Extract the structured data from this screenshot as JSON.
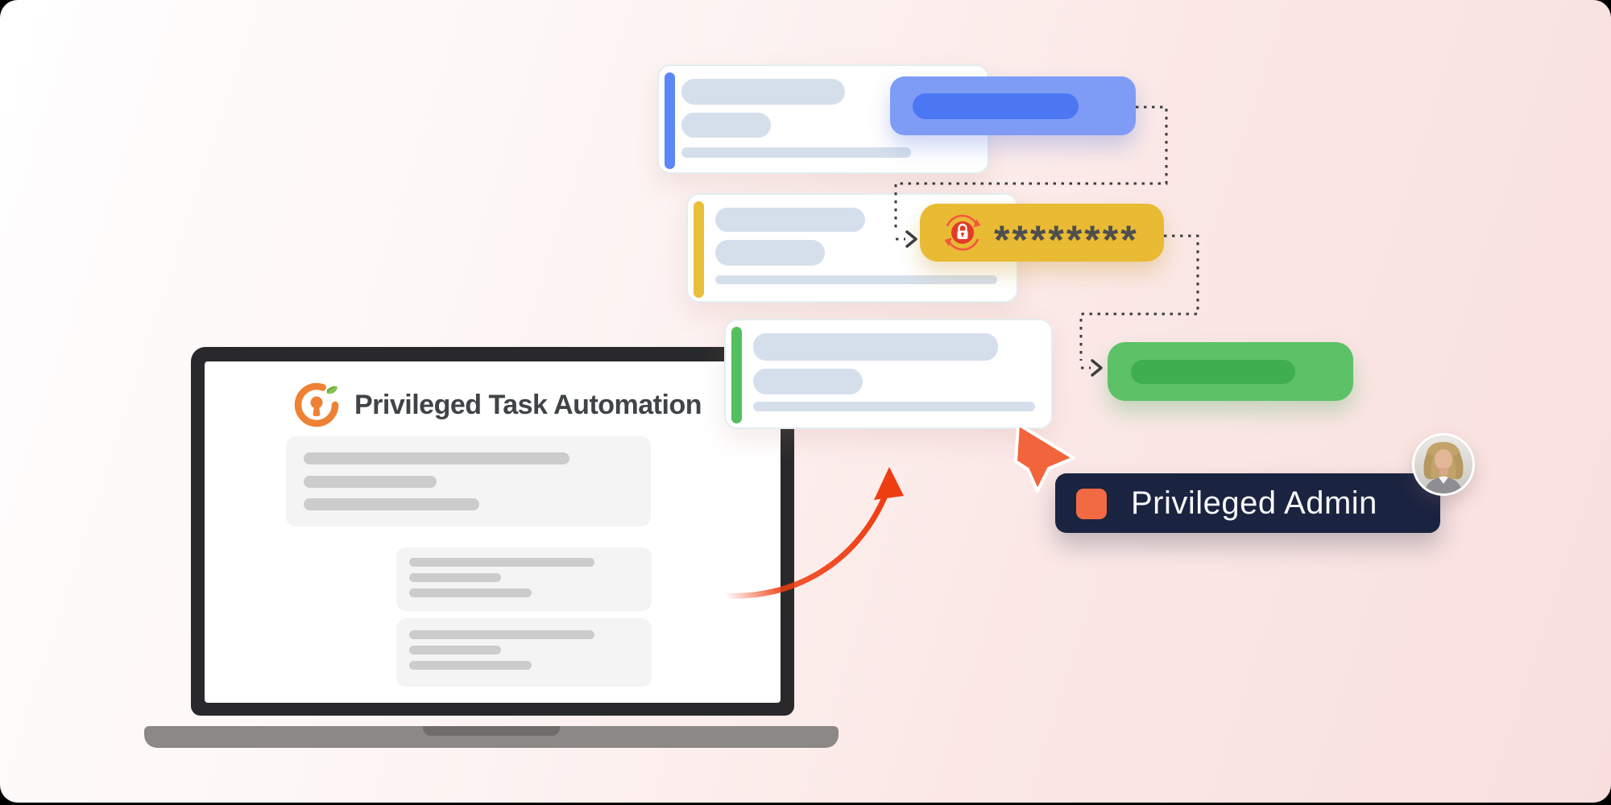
{
  "canvas": {
    "background_gradient": [
      "#fffefe",
      "#f8dfdd"
    ],
    "outer_frame_color": "#000000"
  },
  "laptop": {
    "title": "Privileged Task Automation",
    "logo": {
      "icon": "keyhole-ring-logo",
      "ring_color": "#ee8133",
      "leaf_color": "#8cc152"
    },
    "frame_color": "#29292b",
    "base_color": "#8b8885",
    "skeleton_block_count": 3
  },
  "workflow": {
    "cards": [
      {
        "name": "task-row-1",
        "accent_color": "#5b87f7"
      },
      {
        "name": "task-row-2",
        "accent_color": "#e9bf3a"
      },
      {
        "name": "task-row-3",
        "accent_color": "#53bf5e"
      }
    ],
    "blue_action": {
      "color": "#7e9bf6",
      "inner_color": "#4c77f3"
    },
    "password_chip": {
      "value": "********",
      "color": "#e9ba33",
      "lock_icon": "rotating-lock-icon",
      "lock_badge_color": "#e23b27"
    },
    "green_action": {
      "color": "#5cc167",
      "inner_color": "#3fae4e"
    },
    "connector_style": "dashed",
    "connector_color": "#3d3d3d"
  },
  "admin_tag": {
    "label": "Privileged Admin",
    "background": "#1a2340",
    "square_color": "#f26a43",
    "avatar_icon": "woman-portrait-avatar",
    "cursor_icon": "orange-pointer-cursor"
  },
  "arrow": {
    "color": "#ef3d12"
  }
}
